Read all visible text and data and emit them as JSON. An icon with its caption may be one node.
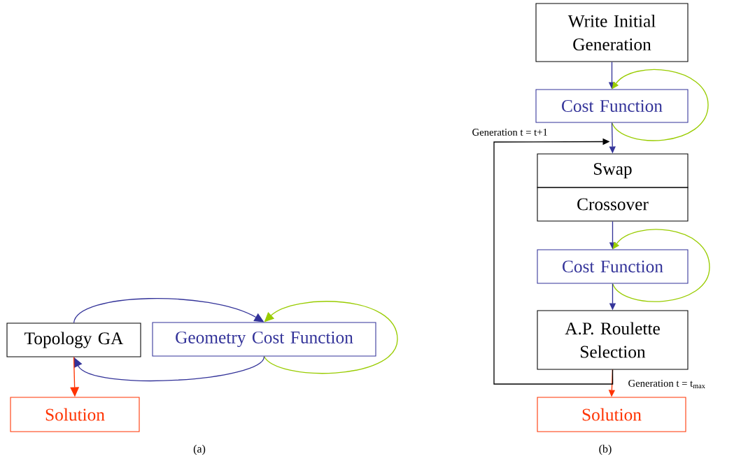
{
  "diagram": {
    "nodes": [
      {
        "text": [
          "Topology GA"
        ]
      },
      {
        "text": [
          "Geometry Cost Function"
        ]
      },
      {
        "text": [
          "Solution"
        ]
      },
      {
        "text": [
          "Write Initial Generation"
        ]
      },
      {
        "text": [
          "Cost Function"
        ]
      },
      {
        "text": [
          "Swap"
        ]
      },
      {
        "text": [
          "Crossover"
        ]
      },
      {
        "text": [
          "Cost Function"
        ]
      },
      {
        "text": [
          "A.P. Roulette Selection"
        ]
      },
      {
        "text": [
          "Solution"
        ]
      }
    ],
    "edges": [
      {
        "from": 0,
        "to": 1,
        "arrow": "to"
      },
      {
        "from": 1,
        "to": 1,
        "arrow": "to",
        "color": "#99cc00"
      },
      {
        "from": 1,
        "to": 0,
        "arrow": "to"
      },
      {
        "from": 0,
        "to": 2,
        "arrow": "to",
        "color": "#ff3300"
      },
      {
        "from": 3,
        "to": 4,
        "arrow": "to"
      },
      {
        "from": 4,
        "to": 4,
        "arrow": "to",
        "color": "#99cc00"
      },
      {
        "from": 4,
        "to": 5,
        "arrow": "to"
      },
      {
        "from": 6,
        "to": 7,
        "arrow": "to"
      },
      {
        "from": 7,
        "to": 7,
        "arrow": "to",
        "color": "#99cc00"
      },
      {
        "from": 7,
        "to": 8,
        "arrow": "to"
      },
      {
        "from": 8,
        "to": 9,
        "arrow": "to",
        "color": "#ff3300",
        "label": "Generation t = t$_{max}$"
      },
      {
        "from": 8,
        "to": 5,
        "arrow": "to",
        "color": "#000000",
        "label": "Generation t = t+1"
      }
    ],
    "labels": [
      "(a)",
      "(b)"
    ]
  }
}
